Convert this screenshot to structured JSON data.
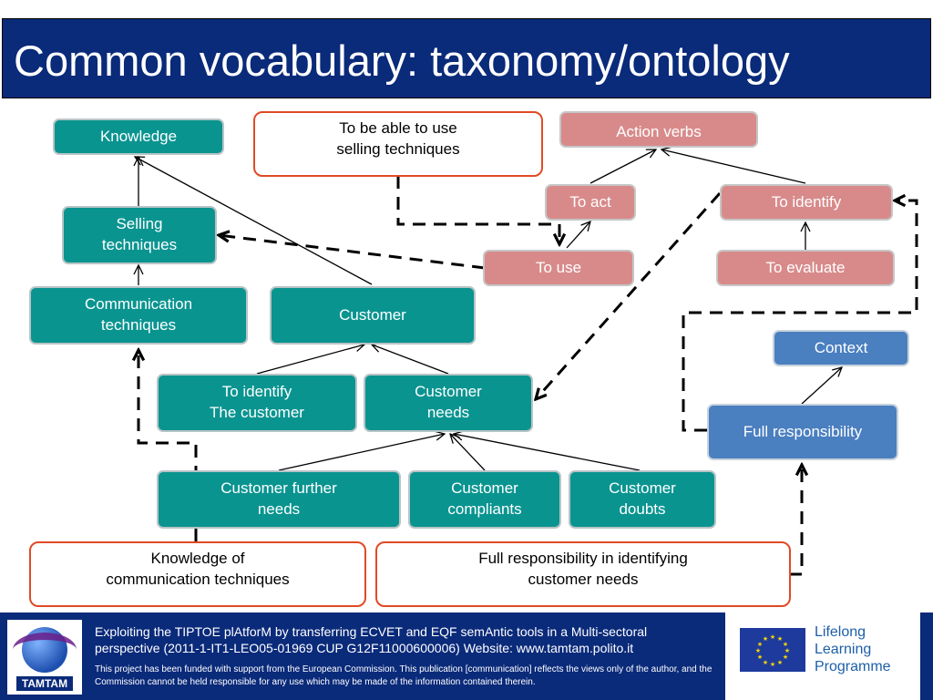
{
  "title": "Common vocabulary: taxonomy/ontology",
  "nodes": {
    "knowledge": "Knowledge",
    "selling_techniques": "Selling\ntechniques",
    "communication_techniques": "Communication\ntechniques",
    "customer": "Customer",
    "to_identify_customer": "To identify\nThe customer",
    "customer_needs": "Customer\nneeds",
    "customer_further_needs": "Customer further\nneeds",
    "customer_compliants": "Customer\ncompliants",
    "customer_doubts": "Customer\ndoubts",
    "action_verbs": "Action verbs",
    "to_act": "To act",
    "to_identify": "To identify",
    "to_use": "To use",
    "to_evaluate": "To evaluate",
    "context": "Context",
    "full_responsibility": "Full responsibility"
  },
  "callouts": {
    "selling": "To be able to use\nselling techniques",
    "communication": "Knowledge of\ncommunication techniques",
    "responsibility": "Full responsibility in identifying\ncustomer needs"
  },
  "footer": {
    "logo_label": "TAMTAM",
    "project_text": "Exploiting the TIPTOE plAtforM by transferring ECVET and EQF semAntic tools in a Multi-sectoral perspective (2011-1-IT1-LEO05-01969 CUP G12F11000600006) Website: www.tamtam.polito.it",
    "disclaimer": "This project has been funded with support from the European Commission. This publication [communication] reflects the views only of the author, and the Commission cannot be held responsible for any use which may be made of the information contained therein.",
    "programme_line1": "Lifelong",
    "programme_line2": "Learning",
    "programme_line3": "Programme"
  },
  "colors": {
    "title_bar": "#0a2a7a",
    "teal_node": "#0a9490",
    "pink_node": "#d88a8a",
    "blue_node": "#4a7fc0",
    "callout_border": "#e04a26"
  }
}
